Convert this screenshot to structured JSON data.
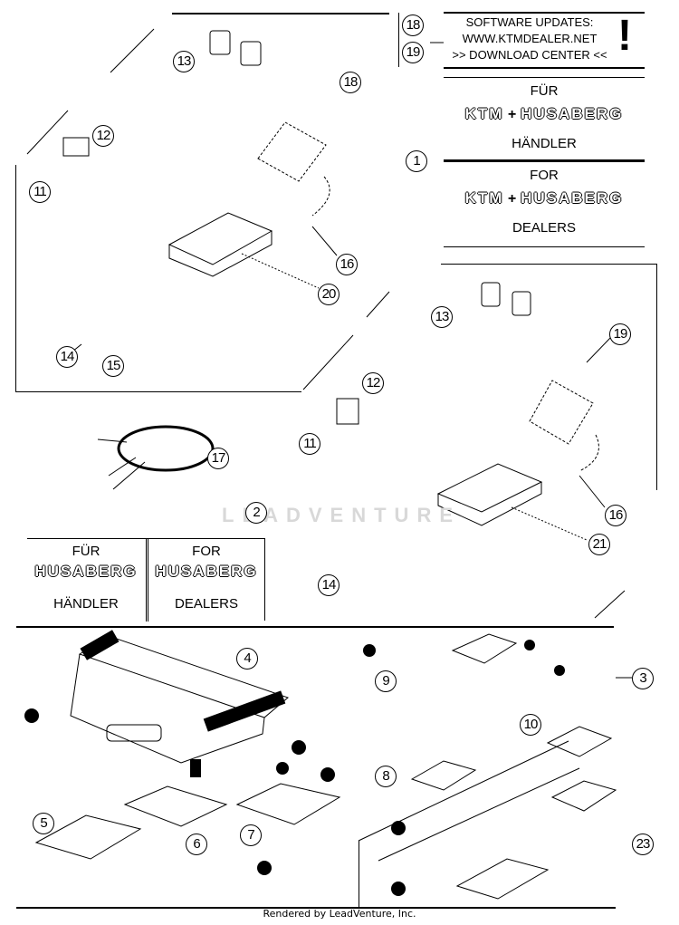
{
  "diagram": {
    "callouts": {
      "c1": "1",
      "c2": "2",
      "c3": "3",
      "c4": "4",
      "c5": "5",
      "c6": "6",
      "c7": "7",
      "c8": "8",
      "c9": "9",
      "c10": "10",
      "c11a": "11",
      "c11b": "11",
      "c12a": "12",
      "c12b": "12",
      "c13a": "13",
      "c13b": "13",
      "c14a": "14",
      "c14b": "14",
      "c15": "15",
      "c16a": "16",
      "c16b": "16",
      "c17": "17",
      "c18": "18",
      "c19": "19",
      "c18_box": "18",
      "c19_box": "19",
      "c20": "20",
      "c21": "21",
      "c23": "23"
    },
    "software_notice": {
      "line1": "SOFTWARE UPDATES:",
      "line2": "WWW.KTMDEALER.NET",
      "line3": ">> DOWNLOAD CENTER <<",
      "alert_icon": "!"
    },
    "label_ktm_husaberg": {
      "fur": "FÜR",
      "brand_a": "KTM",
      "plus": "+",
      "brand_b": "HUSABERG",
      "handler": "HÄNDLER",
      "for": "FOR",
      "dealers": "DEALERS"
    },
    "label_husaberg_only": {
      "fur": "FÜR",
      "brand": "HUSABERG",
      "handler": "HÄNDLER",
      "for": "FOR",
      "dealers": "DEALERS"
    },
    "watermark": "LEADVENTURE",
    "footer": "Rendered by LeadVenture, Inc."
  }
}
